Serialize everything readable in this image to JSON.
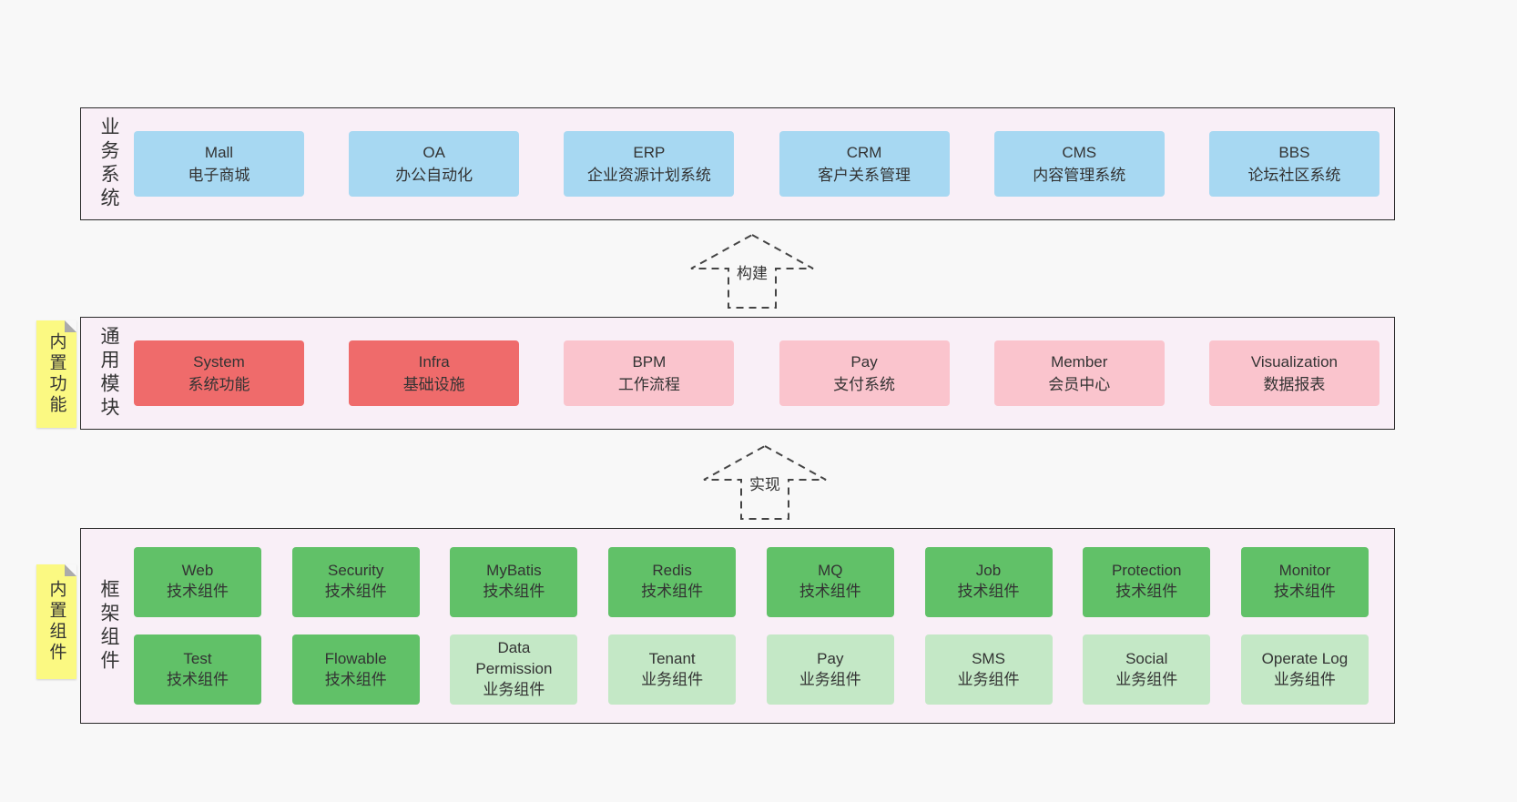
{
  "colors": {
    "page_bg": "#f8f8f8",
    "band_bg": "#f9eff7",
    "blue": "#a7d8f2",
    "red": "#ef6b6b",
    "pink": "#fac4cd",
    "green": "#61c168",
    "lightgreen": "#c4e8c6",
    "sticky": "#fbf982"
  },
  "bands": [
    {
      "name": "business-systems",
      "side_label": "业务系统",
      "rows": [
        [
          {
            "title": "Mall",
            "subtitle": "电子商城",
            "variant": "blue"
          },
          {
            "title": "OA",
            "subtitle": "办公自动化",
            "variant": "blue"
          },
          {
            "title": "ERP",
            "subtitle": "企业资源计划系统",
            "variant": "blue"
          },
          {
            "title": "CRM",
            "subtitle": "客户关系管理",
            "variant": "blue"
          },
          {
            "title": "CMS",
            "subtitle": "内容管理系统",
            "variant": "blue"
          },
          {
            "title": "BBS",
            "subtitle": "论坛社区系统",
            "variant": "blue"
          }
        ]
      ]
    },
    {
      "name": "common-modules",
      "side_label": "通用模块",
      "sticky_label": "内置功能",
      "rows": [
        [
          {
            "title": "System",
            "subtitle": "系统功能",
            "variant": "red"
          },
          {
            "title": "Infra",
            "subtitle": "基础设施",
            "variant": "red"
          },
          {
            "title": "BPM",
            "subtitle": "工作流程",
            "variant": "pink"
          },
          {
            "title": "Pay",
            "subtitle": "支付系统",
            "variant": "pink"
          },
          {
            "title": "Member",
            "subtitle": "会员中心",
            "variant": "pink"
          },
          {
            "title": "Visualization",
            "subtitle": "数据报表",
            "variant": "pink"
          }
        ]
      ]
    },
    {
      "name": "framework-components",
      "side_label": "框架组件",
      "sticky_label": "内置组件",
      "rows": [
        [
          {
            "title": "Web",
            "subtitle": "技术组件",
            "variant": "green"
          },
          {
            "title": "Security",
            "subtitle": "技术组件",
            "variant": "green"
          },
          {
            "title": "MyBatis",
            "subtitle": "技术组件",
            "variant": "green"
          },
          {
            "title": "Redis",
            "subtitle": "技术组件",
            "variant": "green"
          },
          {
            "title": "MQ",
            "subtitle": "技术组件",
            "variant": "green"
          },
          {
            "title": "Job",
            "subtitle": "技术组件",
            "variant": "green"
          },
          {
            "title": "Protection",
            "subtitle": "技术组件",
            "variant": "green"
          },
          {
            "title": "Monitor",
            "subtitle": "技术组件",
            "variant": "green"
          }
        ],
        [
          {
            "title": "Test",
            "subtitle": "技术组件",
            "variant": "green"
          },
          {
            "title": "Flowable",
            "subtitle": "技术组件",
            "variant": "green"
          },
          {
            "title": "Data Permission",
            "subtitle": "业务组件",
            "variant": "lightgreen"
          },
          {
            "title": "Tenant",
            "subtitle": "业务组件",
            "variant": "lightgreen"
          },
          {
            "title": "Pay",
            "subtitle": "业务组件",
            "variant": "lightgreen"
          },
          {
            "title": "SMS",
            "subtitle": "业务组件",
            "variant": "lightgreen"
          },
          {
            "title": "Social",
            "subtitle": "业务组件",
            "variant": "lightgreen"
          },
          {
            "title": "Operate Log",
            "subtitle": "业务组件",
            "variant": "lightgreen"
          }
        ]
      ]
    }
  ],
  "arrows": [
    {
      "label": "构建"
    },
    {
      "label": "实现"
    }
  ]
}
